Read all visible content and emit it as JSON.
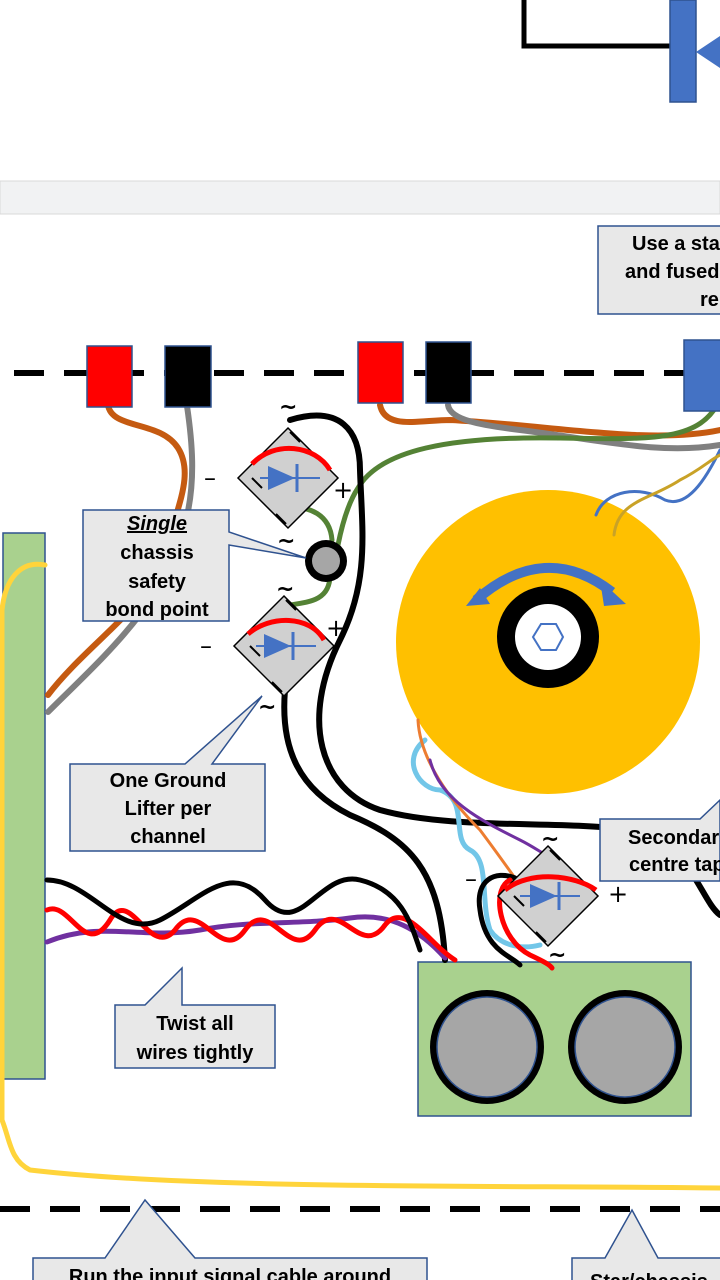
{
  "colors": {
    "page_bg": "#ffffff",
    "gray_band": "#f1f2f3",
    "callout_fill": "#e8e8e8",
    "callout_border": "#2f528f",
    "terminal_red": "#ff0000",
    "terminal_black": "#000000",
    "terminal_blue": "#4472c4",
    "pcb_green": "#a9d18e",
    "transformer_yellow": "#ffc000",
    "wire_brown": "#c55a11",
    "wire_gray": "#808080",
    "wire_green": "#548235",
    "wire_purple": "#7030a0",
    "wire_lightblue": "#72c6e8",
    "wire_orange": "#ed7d31",
    "wire_yellow_signal": "#ffd43b",
    "diode_blue": "#4472c4",
    "capacitor_gray": "#a6a6a6"
  },
  "callouts": {
    "single_bond": {
      "emphasis": "Single",
      "line2": "chassis",
      "line3": "safety",
      "line4": "bond point"
    },
    "ground_lifter": {
      "line1": "One Ground",
      "line2": "Lifter per",
      "line3": "channel"
    },
    "twist": {
      "line1": "Twist all",
      "line2": "wires tightly"
    },
    "top_right": {
      "line1": "Use a sta",
      "line2": "and fused",
      "line3": "re"
    },
    "secondary": {
      "line1": "Secondar",
      "line2": "centre tap"
    },
    "bottom_left": {
      "line1": "Run the input signal cable around"
    },
    "bottom_right": {
      "line1": "Star/chassis"
    }
  },
  "bridge_symbols": {
    "minus": "–",
    "plus": "+",
    "ac": "~"
  },
  "icons": {
    "bridge_rectifier": "diode-bridge-icon",
    "bond_point": "chassis-bond-icon",
    "transformer": "toroidal-transformer-icon",
    "rotation_arrow": "curved-arrow-icon",
    "nut": "hex-nut-icon"
  }
}
